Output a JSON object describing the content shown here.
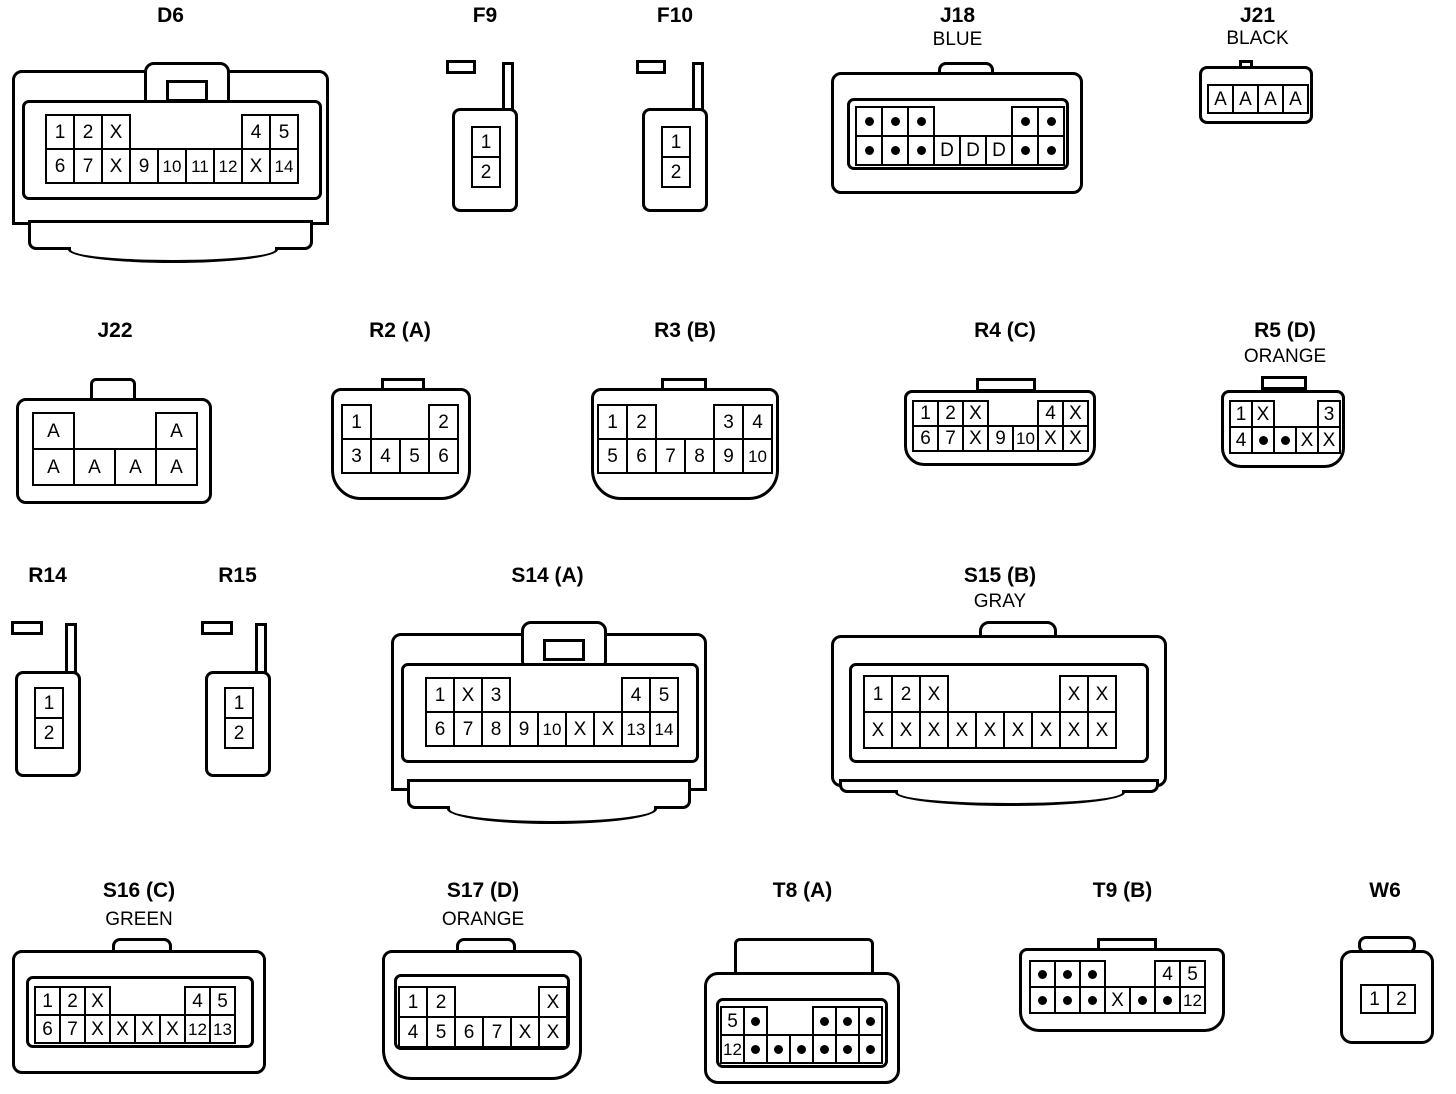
{
  "connectors": {
    "D6": {
      "title": "D6",
      "subtitle": "",
      "rows": [
        [
          "1",
          "2",
          "X",
          "",
          "",
          "",
          "",
          "4",
          "5"
        ],
        [
          "6",
          "7",
          "X",
          "9",
          "10",
          "11",
          "12",
          "X",
          "14"
        ]
      ]
    },
    "F9": {
      "title": "F9",
      "subtitle": "",
      "rows": [
        [
          "1"
        ],
        [
          "2"
        ]
      ]
    },
    "F10": {
      "title": "F10",
      "subtitle": "",
      "rows": [
        [
          "1"
        ],
        [
          "2"
        ]
      ]
    },
    "J18": {
      "title": "J18",
      "subtitle": "BLUE",
      "rows": [
        [
          "•",
          "•",
          "•",
          "",
          "",
          "",
          "•",
          "•"
        ],
        [
          "•",
          "•",
          "•",
          "D",
          "D",
          "D",
          "•",
          "•"
        ]
      ]
    },
    "J21": {
      "title": "J21",
      "subtitle": "BLACK",
      "rows": [
        [
          "A",
          "A",
          "A",
          "A"
        ]
      ]
    },
    "J22": {
      "title": "J22",
      "subtitle": "",
      "rows": [
        [
          "A",
          "",
          "",
          "A"
        ],
        [
          "A",
          "A",
          "A",
          "A"
        ]
      ]
    },
    "R2": {
      "title": "R2 (A)",
      "subtitle": "",
      "rows": [
        [
          "1",
          "",
          "",
          "2"
        ],
        [
          "3",
          "4",
          "5",
          "6"
        ]
      ]
    },
    "R3": {
      "title": "R3 (B)",
      "subtitle": "",
      "rows": [
        [
          "1",
          "2",
          "",
          "",
          "3",
          "4"
        ],
        [
          "5",
          "6",
          "7",
          "8",
          "9",
          "10"
        ]
      ]
    },
    "R4": {
      "title": "R4 (C)",
      "subtitle": "",
      "rows": [
        [
          "1",
          "2",
          "X",
          "",
          "",
          "4",
          "X"
        ],
        [
          "6",
          "7",
          "X",
          "9",
          "10",
          "X",
          "X"
        ]
      ]
    },
    "R5": {
      "title": "R5 (D)",
      "subtitle": "ORANGE",
      "rows": [
        [
          "1",
          "X",
          "",
          "",
          "3"
        ],
        [
          "4",
          "•",
          "•",
          "X",
          "X"
        ]
      ]
    },
    "R14": {
      "title": "R14",
      "subtitle": "",
      "rows": [
        [
          "1"
        ],
        [
          "2"
        ]
      ]
    },
    "R15": {
      "title": "R15",
      "subtitle": "",
      "rows": [
        [
          "1"
        ],
        [
          "2"
        ]
      ]
    },
    "S14": {
      "title": "S14 (A)",
      "subtitle": "",
      "rows": [
        [
          "1",
          "X",
          "3",
          "",
          "",
          "",
          "",
          "4",
          "5"
        ],
        [
          "6",
          "7",
          "8",
          "9",
          "10",
          "X",
          "X",
          "13",
          "14"
        ]
      ]
    },
    "S15": {
      "title": "S15 (B)",
      "subtitle": "GRAY",
      "rows": [
        [
          "1",
          "2",
          "X",
          "",
          "",
          "",
          "",
          "X",
          "X"
        ],
        [
          "X",
          "X",
          "X",
          "X",
          "X",
          "X",
          "X",
          "X",
          "X"
        ]
      ]
    },
    "S16": {
      "title": "S16 (C)",
      "subtitle": "GREEN",
      "rows": [
        [
          "1",
          "2",
          "X",
          "",
          "",
          "",
          "4",
          "5"
        ],
        [
          "6",
          "7",
          "X",
          "X",
          "X",
          "X",
          "12",
          "13"
        ]
      ]
    },
    "S17": {
      "title": "S17 (D)",
      "subtitle": "ORANGE",
      "rows": [
        [
          "1",
          "2",
          "",
          "",
          "",
          "X"
        ],
        [
          "4",
          "5",
          "6",
          "7",
          "X",
          "X"
        ]
      ]
    },
    "T8": {
      "title": "T8 (A)",
      "subtitle": "",
      "rows": [
        [
          "5",
          "•",
          "",
          "",
          "•",
          "•",
          "•"
        ],
        [
          "12",
          "•",
          "•",
          "•",
          "•",
          "•",
          "•"
        ]
      ]
    },
    "T9": {
      "title": "T9 (B)",
      "subtitle": "",
      "rows": [
        [
          "•",
          "•",
          "•",
          "",
          "",
          "4",
          "5"
        ],
        [
          "•",
          "•",
          "•",
          "X",
          "•",
          "•",
          "12"
        ]
      ]
    },
    "W6": {
      "title": "W6",
      "subtitle": "",
      "rows": [
        [
          "1",
          "2"
        ]
      ]
    }
  }
}
